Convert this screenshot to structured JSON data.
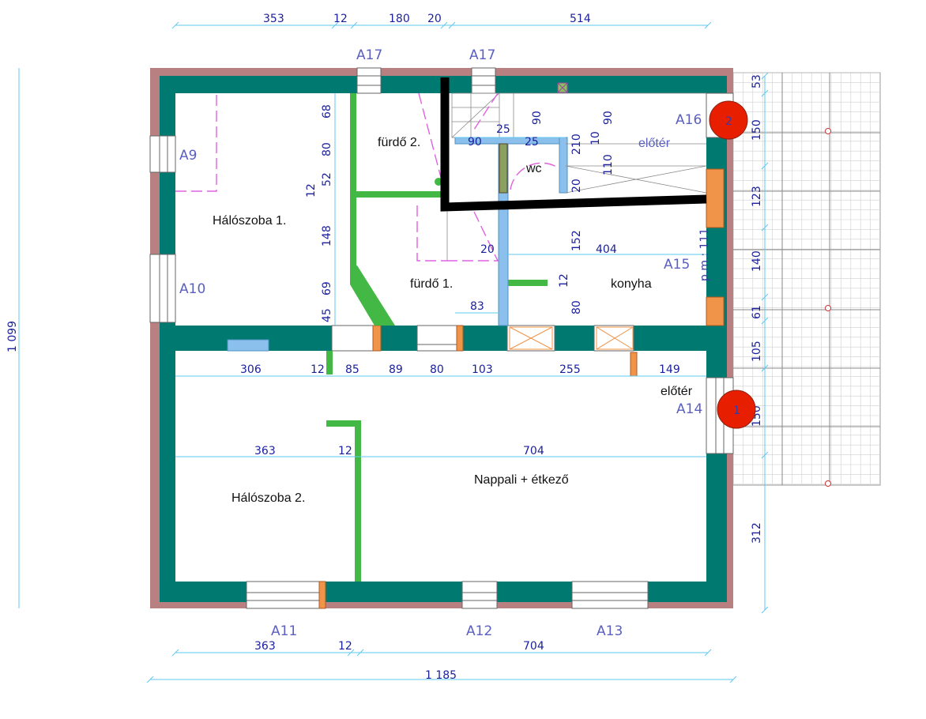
{
  "plan": {
    "rooms": {
      "halo1": "Hálószoba 1.",
      "halo2": "Hálószoba 2.",
      "furdo2": "fürdő 2.",
      "furdo1": "fürdő 1.",
      "wc": "wc",
      "eloter_top": "előtér",
      "eloter_bottom": "előtér",
      "konyha": "konyha",
      "nappali": "Nappali + étkező"
    },
    "windows": {
      "a17_left": "A17",
      "a17_right": "A17",
      "a9": "A9",
      "a10": "A10",
      "a16": "A16",
      "a15": "A15",
      "a14": "A14",
      "a11": "A11",
      "a12": "A12",
      "a13": "A13"
    },
    "markers": {
      "entry1": "1",
      "entry2": "2"
    },
    "note_pm": "p.m.: 111",
    "dims": {
      "top": [
        "353",
        "12",
        "180",
        "20",
        "514"
      ],
      "bottom": [
        "363",
        "12",
        "704"
      ],
      "total_width": "1 185",
      "total_height": "1 099",
      "right": [
        "53",
        "150",
        "123",
        "140",
        "61",
        "105",
        "150",
        "312"
      ],
      "mid_row": [
        "306",
        "12",
        "85",
        "89",
        "80",
        "103",
        "255",
        "149"
      ],
      "inner_row": [
        "363",
        "12",
        "704"
      ],
      "left_inner": [
        "68",
        "80",
        "52",
        "12",
        "148",
        "69",
        "45"
      ],
      "stair": [
        "90",
        "90",
        "25",
        "90",
        "25",
        "210",
        "10",
        "110",
        "20",
        "152",
        "404",
        "20",
        "12",
        "80",
        "83"
      ]
    },
    "colors": {
      "wall": "#007a70",
      "plaster": "#b88080",
      "partition": "#44b844",
      "glass": "#8cc0ec",
      "door": "#f0944a",
      "marker": "#e81e00",
      "dimension": "#1a1f9c",
      "dimension_line": "#5fc8ee",
      "new_wall": "#000000"
    }
  }
}
